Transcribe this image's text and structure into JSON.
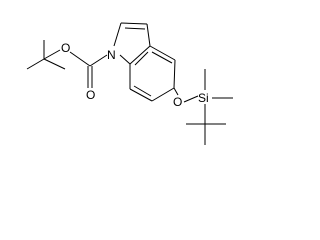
{
  "atoms": {
    "ester_oxygen": "O",
    "indole_nitrogen": "N",
    "carbonyl_oxygen": "O",
    "ether_oxygen": "O",
    "silicon": "Si"
  }
}
